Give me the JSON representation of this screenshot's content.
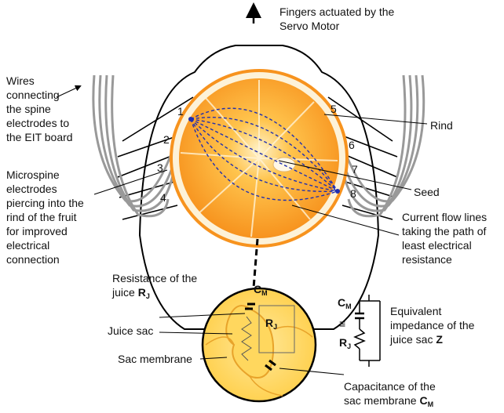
{
  "labels": {
    "fingers": [
      "Fingers actuated by the",
      "Servo Motor"
    ],
    "wires": [
      "Wires",
      "connecting",
      "the spine",
      "electrodes to",
      "the EIT board"
    ],
    "microspine": [
      "Microspine",
      "electrodes",
      "piercing into the",
      "rind of the fruit",
      "for improved",
      "electrical",
      "connection"
    ],
    "rind": "Rind",
    "seed": "Seed",
    "current": [
      "Current flow lines",
      "taking the path of",
      "least electrical",
      "resistance"
    ],
    "resistance": [
      "Resistance of the",
      "juice"
    ],
    "resistance_symbol": "R",
    "resistance_sub": "J",
    "juice_sac": "Juice sac",
    "sac_membrane": "Sac membrane",
    "capacitance": [
      "Capacitance of the",
      "sac membrane"
    ],
    "cap_symbol": "C",
    "cap_sub": "M",
    "equivalent": [
      "Equivalent",
      "impedance of the",
      "juice sac"
    ],
    "z_symbol": "Z",
    "equiv_sign": "≡"
  },
  "electrodes": [
    "1",
    "2",
    "3",
    "4",
    "5",
    "6",
    "7",
    "8"
  ],
  "colors": {
    "orange": "#f7931e",
    "flesh": "#fbb03b",
    "rind": "#fdf2d8",
    "sac": "#ffd75e",
    "current": "#1f2fb0"
  }
}
